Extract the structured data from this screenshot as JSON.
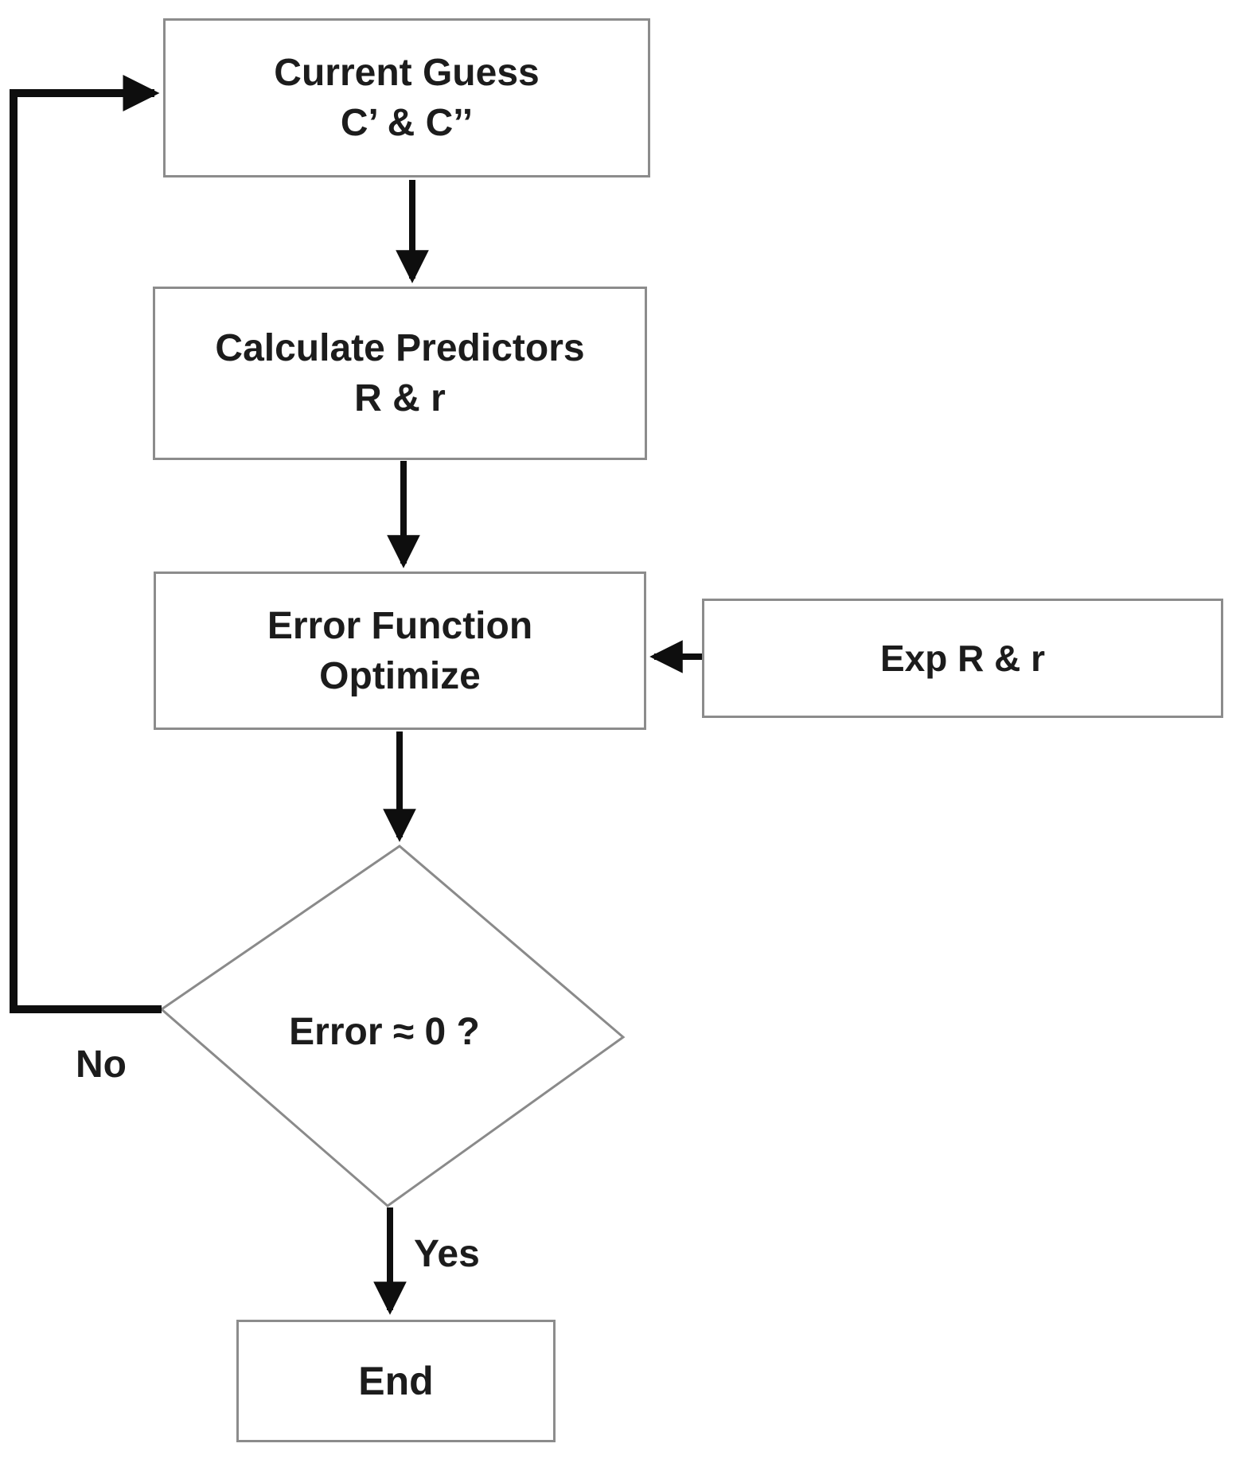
{
  "diagram": {
    "type": "flowchart",
    "nodes": {
      "current_guess": {
        "shape": "rect",
        "line1": "Current Guess",
        "line2": "C’ & C’’"
      },
      "calculate_predictors": {
        "shape": "rect",
        "line1": "Calculate Predictors",
        "line2": "R & r"
      },
      "error_function": {
        "shape": "rect",
        "line1": "Error Function",
        "line2": "Optimize"
      },
      "exp_data": {
        "shape": "rect",
        "label": "Exp R & r"
      },
      "decision": {
        "shape": "diamond",
        "label": "Error ≈ 0 ?"
      },
      "end": {
        "shape": "rect",
        "label": "End"
      }
    },
    "edge_labels": {
      "no": "No",
      "yes": "Yes"
    },
    "edges": [
      {
        "from": "current_guess",
        "to": "calculate_predictors",
        "label": ""
      },
      {
        "from": "calculate_predictors",
        "to": "error_function",
        "label": ""
      },
      {
        "from": "error_function",
        "to": "decision",
        "label": ""
      },
      {
        "from": "exp_data",
        "to": "error_function",
        "label": ""
      },
      {
        "from": "decision",
        "to": "end",
        "label": "Yes"
      },
      {
        "from": "decision",
        "to": "current_guess",
        "label": "No"
      }
    ],
    "colors": {
      "background": "#ffffff",
      "box_border": "#8c8c8c",
      "diamond_border": "#8a8a8a",
      "arrow": "#0e0e0e",
      "text": "#1c1c1c"
    }
  }
}
